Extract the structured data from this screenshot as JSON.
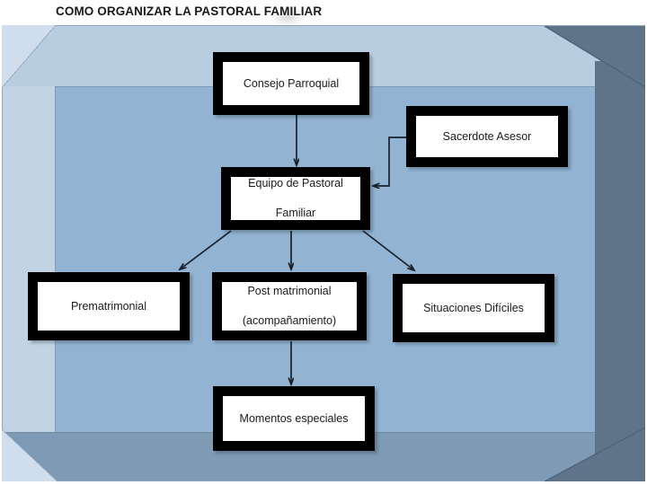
{
  "slide": {
    "title": "COMO ORGANIZAR LA PASTORAL FAMILIAR"
  },
  "colors": {
    "frame": "#b8cde0",
    "back_wall": "#92b4d2",
    "left_wall": "#c2d4e4",
    "right_wall": "#5f7489",
    "floor": "#7e9ab4",
    "node_border": "#000000",
    "node_fill": "#ffffff",
    "connector": "#17202b",
    "title_text": "#1a1a1a"
  },
  "chart_data": {
    "type": "diagram",
    "title": "COMO ORGANIZAR LA PASTORAL FAMILIAR",
    "nodes": [
      {
        "id": "consejo",
        "label": "Consejo Parroquial",
        "level": 0
      },
      {
        "id": "sacerdote",
        "label": "Sacerdote Asesor",
        "level": 1
      },
      {
        "id": "equipo",
        "label_line1": "Equipo de Pastoral",
        "label_line2": "Familiar",
        "level": 1
      },
      {
        "id": "prematrimonial",
        "label": "Prematrimonial",
        "level": 2
      },
      {
        "id": "post",
        "label_line1": "Post matrimonial",
        "label_line2": "(acompañamiento)",
        "level": 2
      },
      {
        "id": "situaciones",
        "label": "Situaciones Difíciles",
        "level": 2
      },
      {
        "id": "momentos",
        "label": "Momentos especiales",
        "level": 3
      }
    ],
    "edges": [
      {
        "from": "consejo",
        "to": "equipo",
        "style": "straight-down",
        "arrow": true
      },
      {
        "from": "sacerdote",
        "to": "equipo",
        "style": "elbow-left",
        "arrow": true
      },
      {
        "from": "equipo",
        "to": "prematrimonial",
        "style": "diagonal-left",
        "arrow": true
      },
      {
        "from": "equipo",
        "to": "post",
        "style": "straight-down",
        "arrow": true
      },
      {
        "from": "equipo",
        "to": "situaciones",
        "style": "diagonal-right",
        "arrow": true
      },
      {
        "from": "post",
        "to": "momentos",
        "style": "straight-down",
        "arrow": true
      }
    ]
  },
  "nodes": {
    "consejo": {
      "label": "Consejo Parroquial"
    },
    "sacerdote": {
      "label": "Sacerdote Asesor"
    },
    "equipo": {
      "line1": "Equipo de Pastoral",
      "line2": "Familiar"
    },
    "prematrimonial": {
      "label": "Prematrimonial"
    },
    "post": {
      "line1": "Post matrimonial",
      "line2": "(acompañamiento)"
    },
    "situaciones": {
      "label": "Situaciones Difíciles"
    },
    "momentos": {
      "label": "Momentos especiales"
    }
  }
}
